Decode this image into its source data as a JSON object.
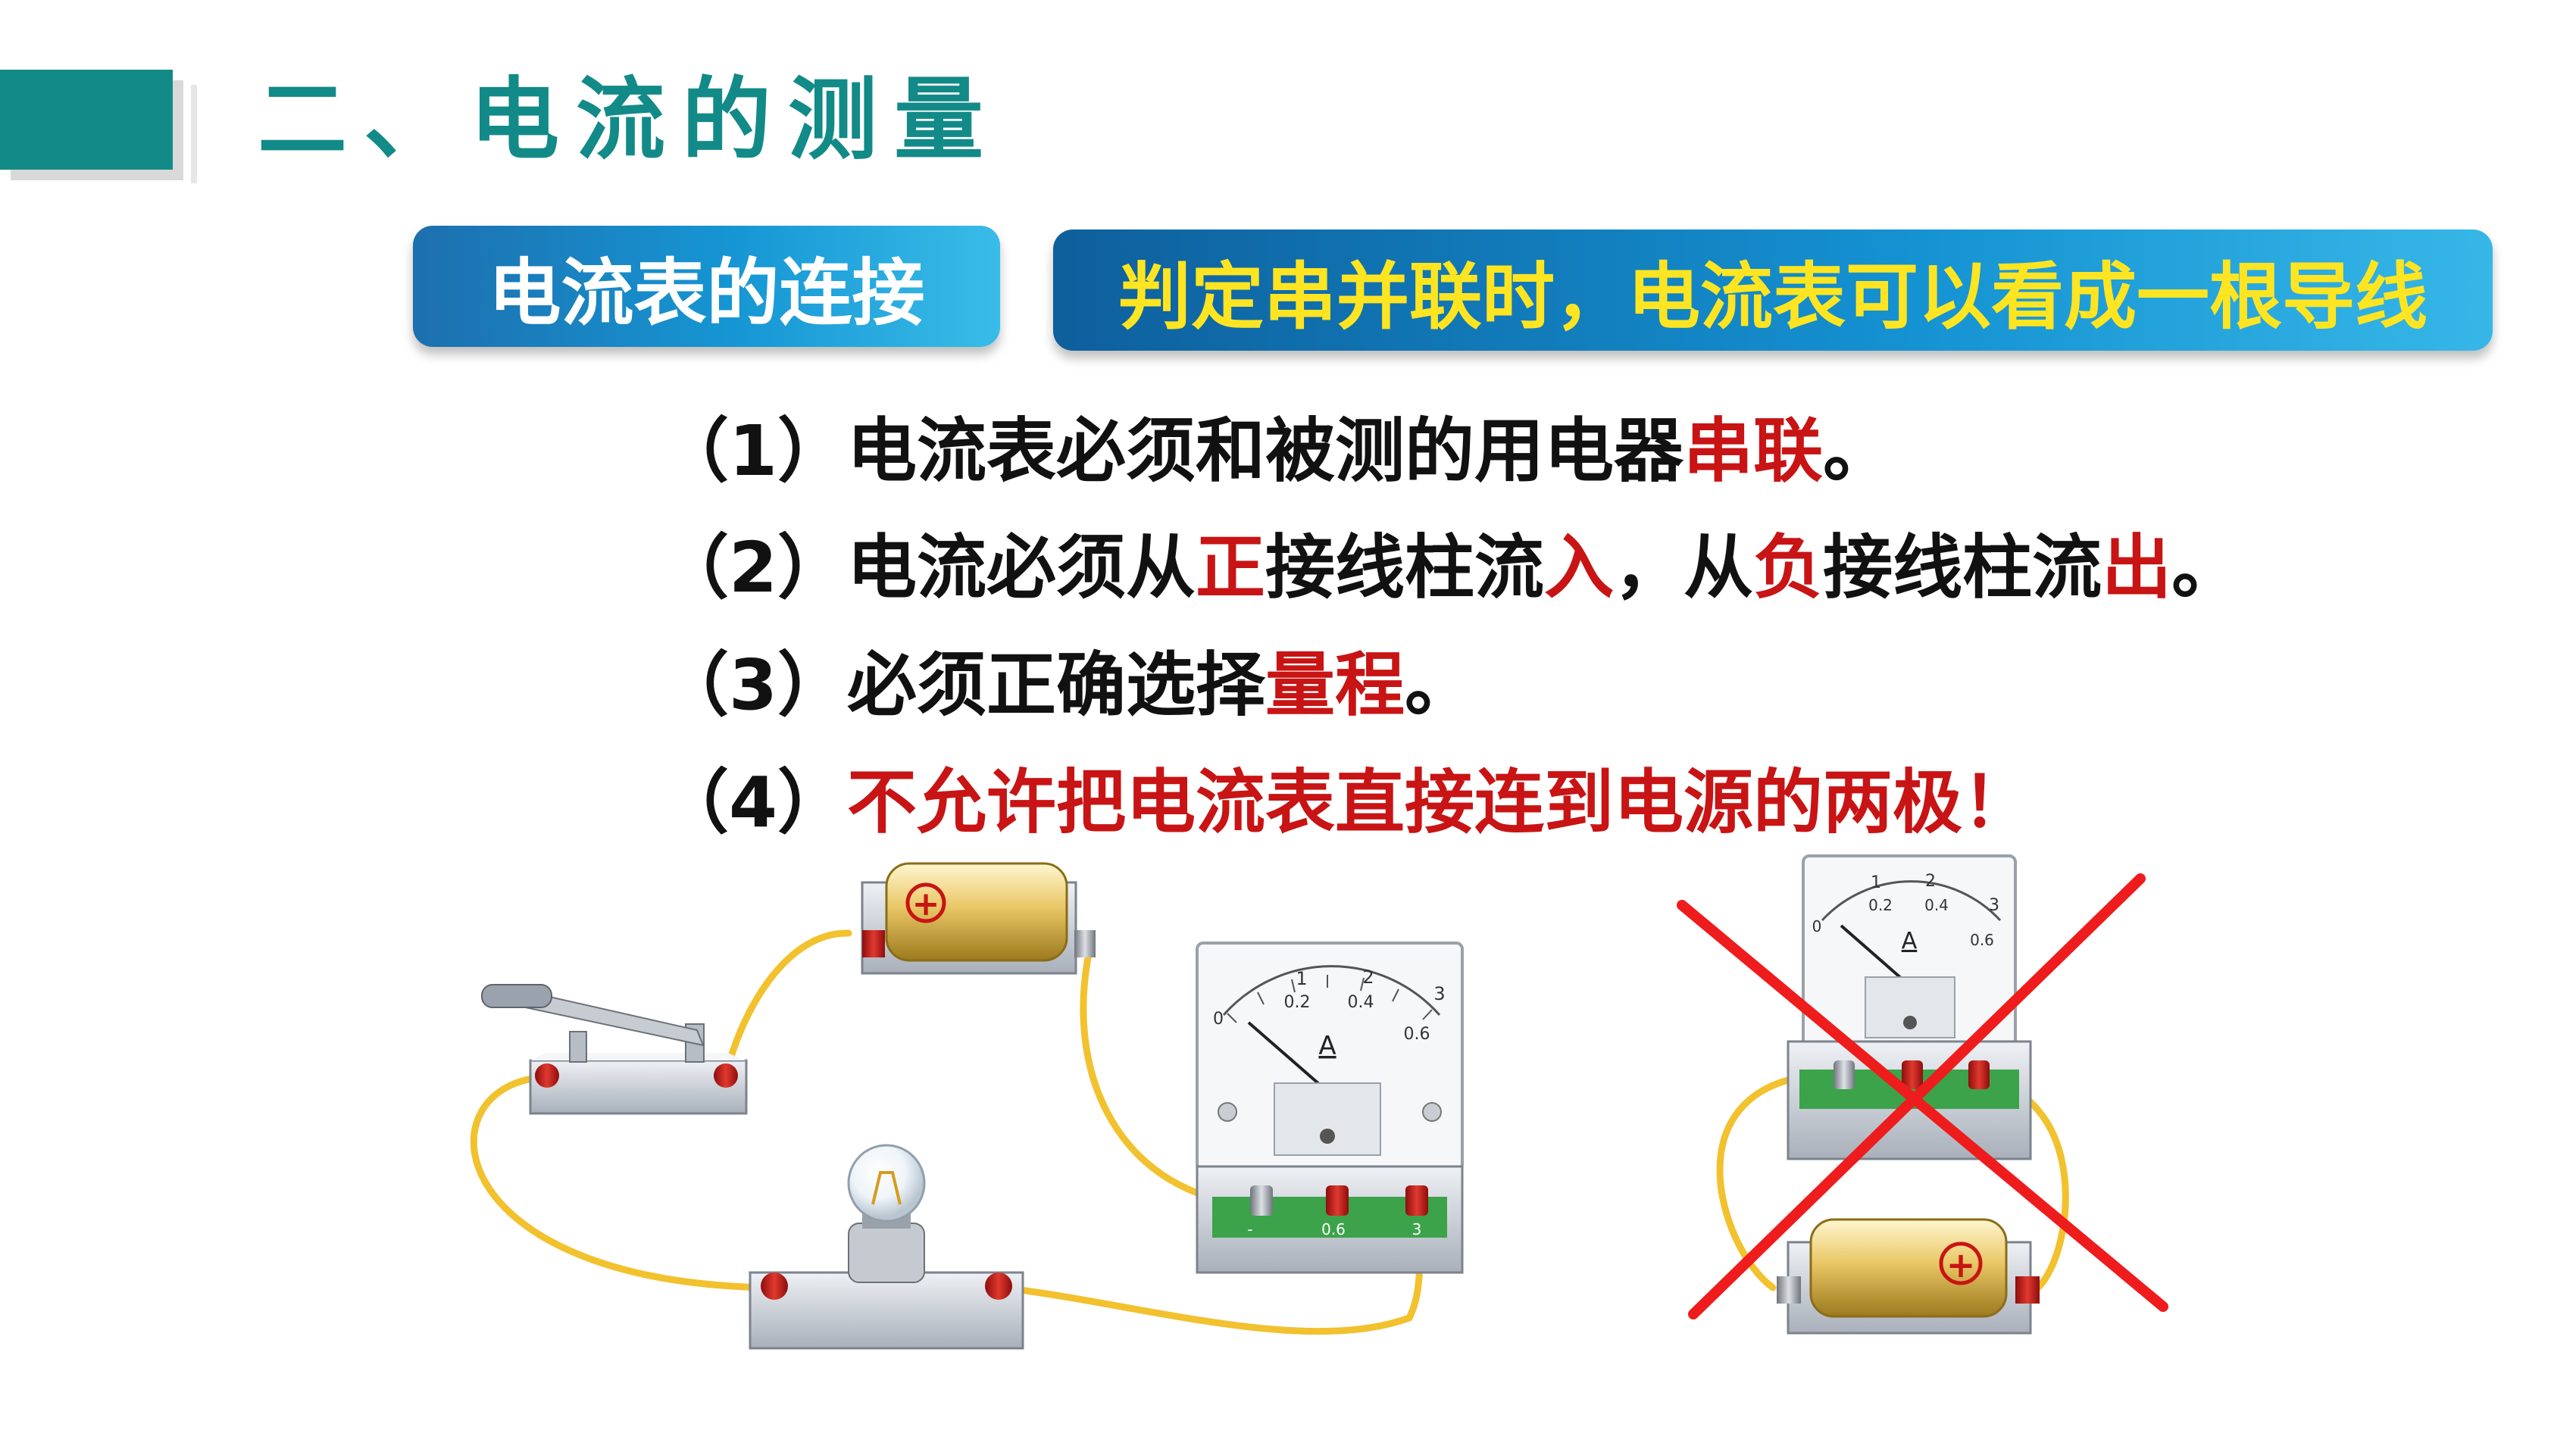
{
  "header": {
    "title": "二、电流的测量"
  },
  "labels": {
    "connection": "电流表的连接",
    "rule_hint": "判定串并联时，电流表可以看成一根导线"
  },
  "rules": [
    {
      "prefix": "（1）",
      "parts": [
        {
          "text": "电流表必须和被测的用电器"
        },
        {
          "text": "串联"
        },
        {
          "text": "。"
        }
      ]
    },
    {
      "prefix": "（2）",
      "parts": [
        {
          "text": "电流必须从"
        },
        {
          "text": "正"
        },
        {
          "text": "接线柱流"
        },
        {
          "text": "入"
        },
        {
          "text": "，从"
        },
        {
          "text": "负"
        },
        {
          "text": "接线柱流"
        },
        {
          "text": "出"
        },
        {
          "text": "。"
        }
      ]
    },
    {
      "prefix": "（3）",
      "parts": [
        {
          "text": "必须正确选择"
        },
        {
          "text": "量程"
        },
        {
          "text": "。"
        }
      ]
    },
    {
      "prefix": "（4）",
      "parts": [
        {
          "text": "不允许把电流表直接连到电源的两极！"
        }
      ]
    }
  ],
  "meter": {
    "unit": "A",
    "scale_top": [
      "1",
      "2",
      "3"
    ],
    "scale_bottom": [
      "0",
      "0.2",
      "0.4",
      "0.6"
    ],
    "terminals": [
      "-",
      "0.6",
      "3"
    ]
  },
  "battery": {
    "symbol": "+"
  },
  "colors": {
    "accent": "#128a88",
    "pill_blue": "#1592d2",
    "highlight_yellow": "#ffe521",
    "warning_red": "#c81414",
    "wire": "#f2c12e"
  }
}
